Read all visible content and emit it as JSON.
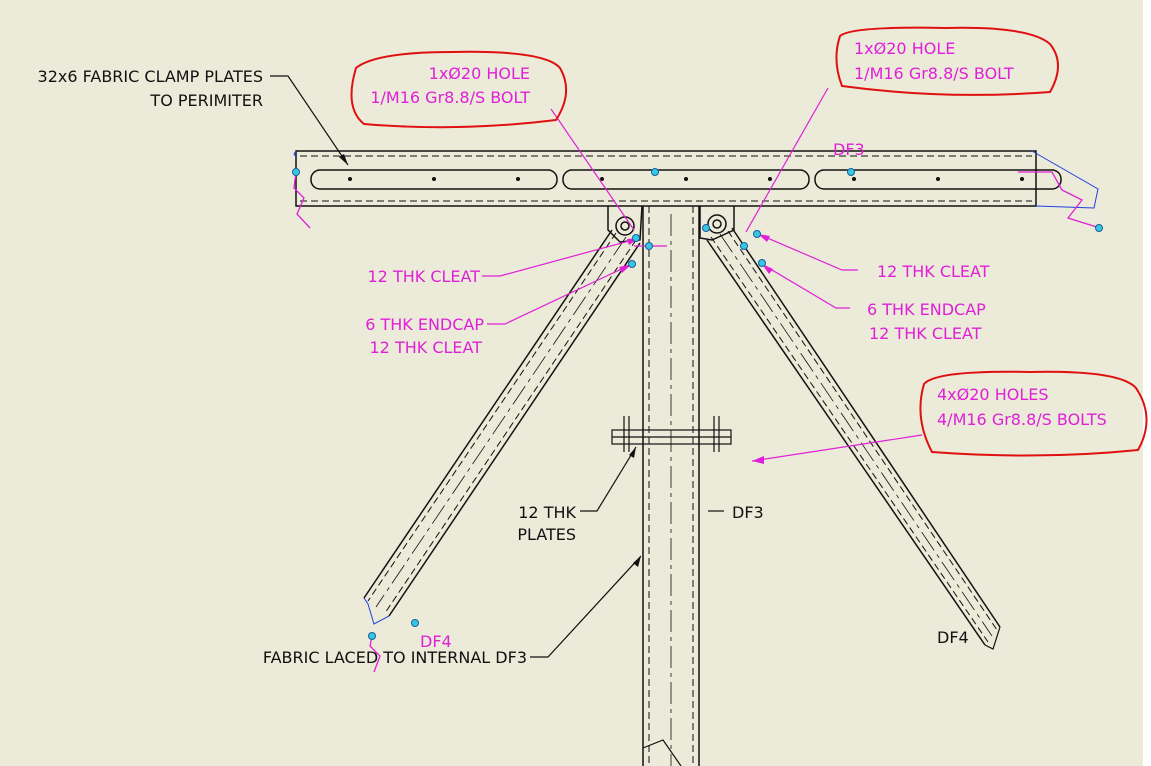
{
  "colors": {
    "paper": "#ecead8",
    "line": "#111111",
    "markup": "#e020d8",
    "cloud": "#e01010",
    "node": "#35c8e0",
    "node_outline": "#1a5fa0",
    "frame_edge": "#2040e0"
  },
  "callouts": {
    "clamp_plates_1": "32x6 FABRIC CLAMP PLATES",
    "clamp_plates_2": "TO PERIMITER",
    "hole_left_1": "1xØ20 HOLE",
    "hole_left_2": "1/M16 Gr8.8/S BOLT",
    "hole_right_1": "1xØ20 HOLE",
    "hole_right_2": "1/M16 Gr8.8/S BOLT",
    "cleat_left": "12 THK CLEAT",
    "endcap_left_1": "6 THK ENDCAP",
    "endcap_left_2": "12 THK CLEAT",
    "cleat_right": "12 THK CLEAT",
    "endcap_right_1": "6 THK ENDCAP",
    "endcap_right_2": "12 THK CLEAT",
    "holes_4_1": "4xØ20 HOLES",
    "holes_4_2": "4/M16 Gr8.8/S BOLTS",
    "plates_1": "12 THK",
    "plates_2": "PLATES",
    "fabric_laced": "FABRIC LACED TO INTERNAL DF3",
    "df3_top": "DF3",
    "df3_post": "DF3",
    "df4_left": "DF4",
    "df4_right": "DF4"
  }
}
